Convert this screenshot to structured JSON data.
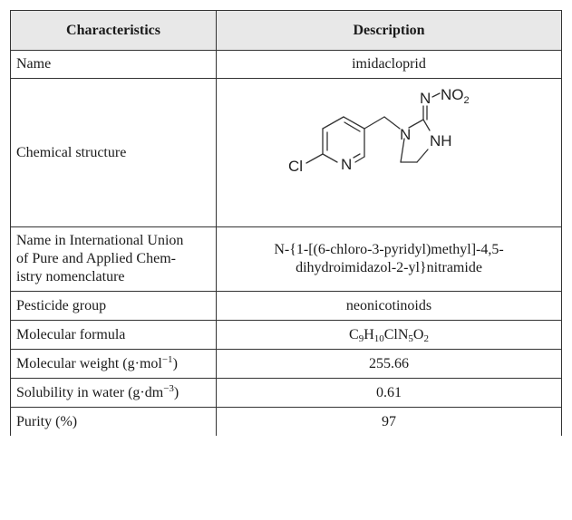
{
  "table": {
    "header": {
      "col1": "Characteristics",
      "col2": "Description"
    },
    "rows": {
      "name": {
        "label": "Name",
        "value": "imidacloprid"
      },
      "structure": {
        "label": "Chemical structure",
        "atoms": {
          "cl": "Cl",
          "n_pyridine": "N",
          "n_ring": "N",
          "nh": "NH",
          "n_imine": "N",
          "no2_main": "NO",
          "no2_sub": "2"
        }
      },
      "iupac": {
        "label_line1": "Name in International Union",
        "label_line2": "of Pure and Applied Chem-",
        "label_line3": "istry nomenclature",
        "value_line1": "N-{1-[(6-chloro-3-pyridyl)methyl]-4,5-",
        "value_line2": "dihydroimidazol-2-yl}nitramide"
      },
      "group": {
        "label": "Pesticide group",
        "value": "neonicotinoids"
      },
      "formula": {
        "label": "Molecular formula",
        "c": "C",
        "c_n": "9",
        "h": "H",
        "h_n": "10",
        "cln": "ClN",
        "n_n": "5",
        "o": "O",
        "o_n": "2"
      },
      "mw": {
        "label_main": "Molecular weight (g·mol",
        "label_exp": "−1",
        "label_close": ")",
        "value": "255.66"
      },
      "solubility": {
        "label_main": "Solubility in water (g·dm",
        "label_exp": "−3",
        "label_close": ")",
        "value": "0.61"
      },
      "purity": {
        "label": "Purity (%)",
        "value": "97"
      }
    }
  }
}
